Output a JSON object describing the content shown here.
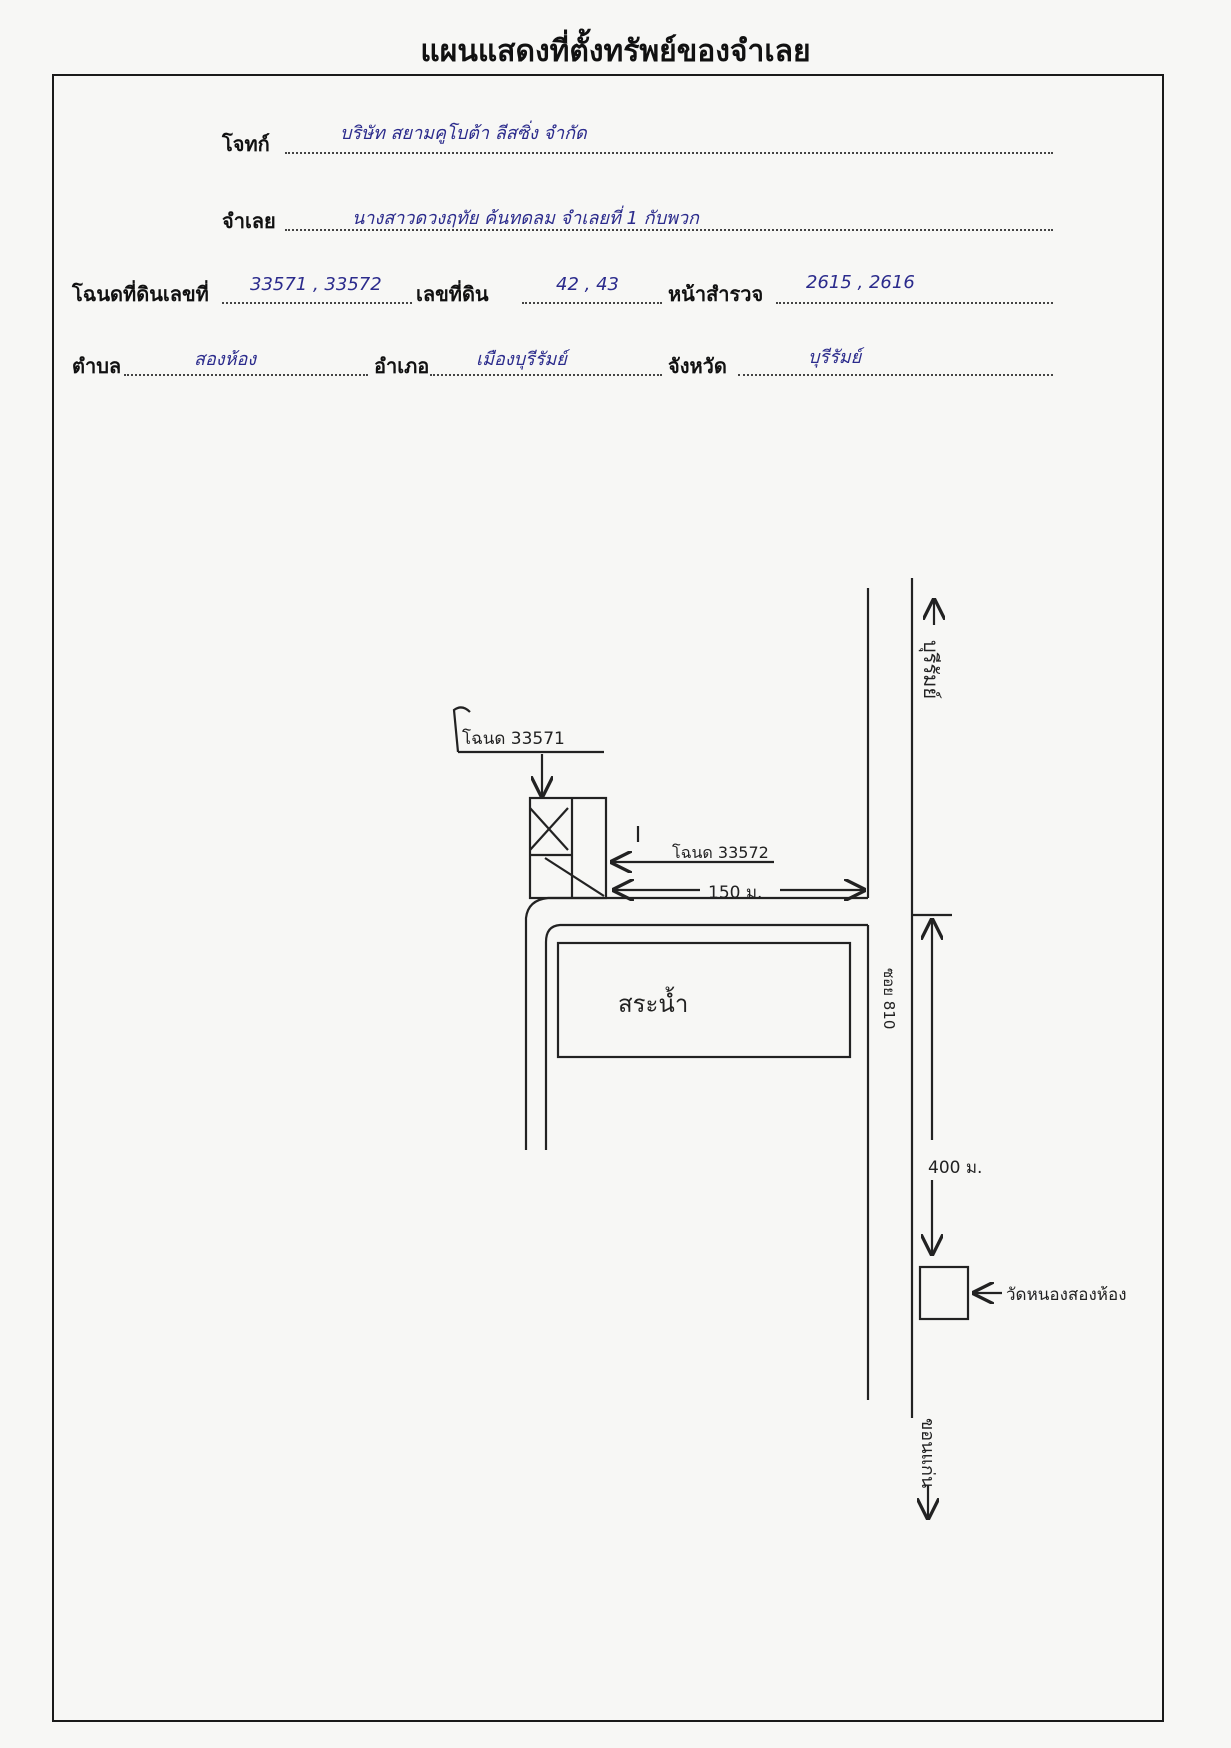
{
  "title": "แผนแสดงที่ตั้งทรัพย์ของจำเลย",
  "fields": {
    "plaintiff": {
      "label": "โจทก์",
      "value": "บริษัท สยามคูโบต้า ลีสซิ่ง จำกัด"
    },
    "defendant": {
      "label": "จำเลย",
      "value": "นางสาวดวงฤทัย ค้นทดลม จำเลยที่ 1 กับพวก"
    },
    "deed_no": {
      "label": "โฉนดที่ดินเลขที่",
      "value": "33571 , 33572"
    },
    "land_no": {
      "label": "เลขที่ดิน",
      "value": "42 , 43"
    },
    "survey_page": {
      "label": "หน้าสำรวจ",
      "value": "2615 , 2616"
    },
    "subdistrict": {
      "label": "ตำบล",
      "value": "สองห้อง"
    },
    "district": {
      "label": "อำเภอ",
      "value": "เมืองบุรีรัมย์"
    },
    "province": {
      "label": "จังหวัด",
      "value": "บุรีรัมย์"
    }
  },
  "map": {
    "deed1_label": "โฉนด 33571",
    "deed2_label": "โฉนด 33572",
    "dist_150": "150 ม.",
    "dist_400": "400 ม.",
    "pond_label": "สระน้ำ",
    "soi_label": "ซอย 810",
    "to_north": "บุรีรัมย์",
    "to_south": "ขอนแก่น",
    "temple_label": "วัดหนองสองห้อง"
  }
}
